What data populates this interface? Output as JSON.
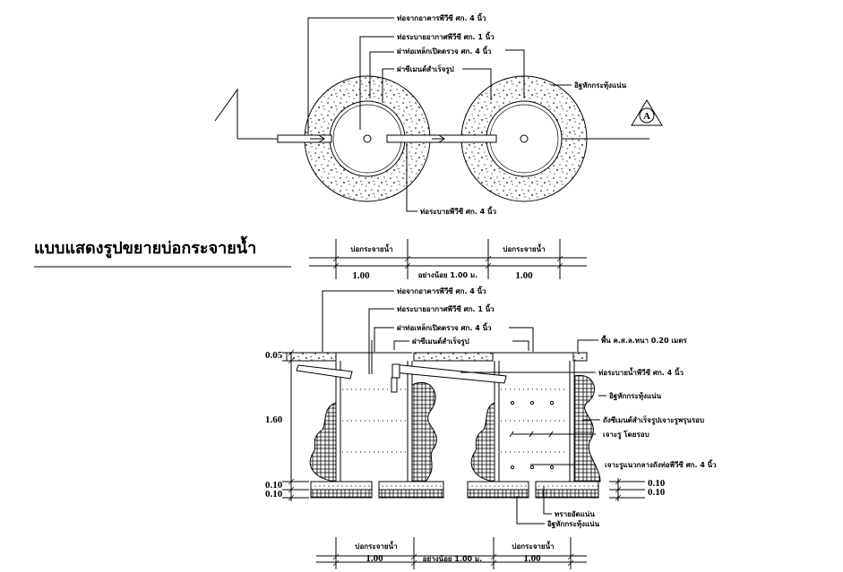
{
  "title": "แบบแสดงรูปขยายบ่อกระจายน้ำ",
  "plan": {
    "labels": {
      "inlet_pipe": "ท่อจากอาคารพีวีซี ศก. 4 นิ้ว",
      "vent_pipe": "ท่อระบายอากาศพีวีซี ศก. 1 นิ้ว",
      "inspection": "ฝาท่อเหล็กเปิดตรวจ ศก. 4 นิ้ว",
      "cover": "ฝาซีเมนต์สำเร็จรูป",
      "brick": "อิฐหักกระทุ้งแน่น",
      "connect_pipe": "ท่อระบายพีวีซี ศก. 4 นิ้ว"
    },
    "section_marker": "A"
  },
  "top_dims": {
    "tank_label_1": "บ่อกระจายน้ำ",
    "tank_label_2": "บ่อกระจายน้ำ",
    "width_1": "1.00",
    "gap": "อย่างน้อย 1.00 ม.",
    "width_2": "1.00"
  },
  "section": {
    "labels": {
      "inlet_pipe": "ท่อจากอาคารพีวีซี ศก. 4 นิ้ว",
      "vent_pipe": "ท่อระบายอากาศพีวีซี ศก. 1 นิ้ว",
      "inspection": "ฝาท่อเหล็กเปิดตรวจ ศก. 4 นิ้ว",
      "cover": "ฝาซีเมนต์สำเร็จรูป",
      "slab": "พื้น ค.ส.ล.หนา 0.20 เมตร",
      "drain_pipe": "ท่อระบายน้ำพีวีซี ศก. 4 นิ้ว",
      "brick": "อิฐหักกระทุ้งแน่น",
      "ring_1": "ถังซีเมนต์สำเร็จรูปเจาะรูพรุนรอบ",
      "ring_2": "เจาะรู โดยรอบ",
      "perforated": "เจาะรูแนวกลางถังท่อพีวีซี ศก. 4 นิ้ว",
      "sand": "ทรายอัดแน่น",
      "brick_bottom": "อิฐหักกระทุ้งแน่น"
    },
    "dims_left": [
      "0.05",
      "1.60",
      "0.10",
      "0.10"
    ],
    "dims_right": [
      "0.10",
      "0.10"
    ]
  },
  "bottom_dims": {
    "tank_label_1": "บ่อกระจายน้ำ",
    "tank_label_2": "บ่อกระจายน้ำ",
    "width_1": "1.00",
    "gap": "อย่างน้อย 1.00 ม.",
    "width_2": "1.00"
  }
}
